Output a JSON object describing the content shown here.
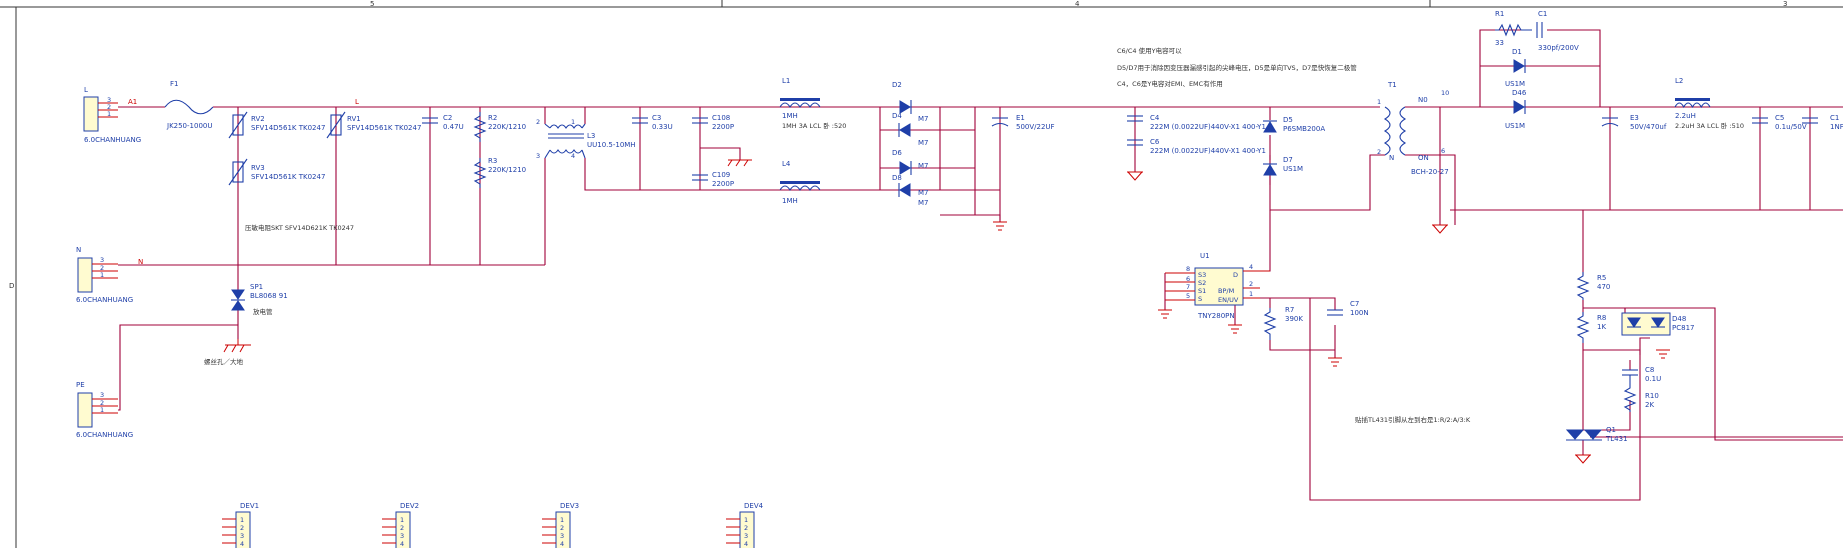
{
  "zones": [
    "5",
    "4",
    "3"
  ],
  "row_marker": "D",
  "notes": {
    "n1": "C6/C4 使用Y电容可以",
    "n2": "D5/D7用于消除因变压器漏感引起的尖峰电压，D5是单向TVS，D7是快恢复二极管",
    "n3": "C4，C6是Y电容对EMI、EMC有作用",
    "n4": "压敏电阻SKT   SFV14D621K   TK0247",
    "n5": "放电管",
    "n6": "螺丝孔／大地",
    "n7": "贴插TL431引脚从左到右是1:R/2:A/3:K"
  },
  "net_labels": {
    "l": "L",
    "a1": "A1",
    "l2": "L",
    "n": "N"
  },
  "conn_l": {
    "ref": "L",
    "value": "6.0CHANHUANG",
    "pins": [
      "3",
      "2",
      "1"
    ]
  },
  "conn_n": {
    "ref": "N",
    "value": "6.0CHANHUANG",
    "pins": [
      "3",
      "2",
      "1"
    ]
  },
  "conn_pe": {
    "ref": "PE",
    "value": "6.0CHANHUANG",
    "pins": [
      "3",
      "2",
      "1"
    ]
  },
  "f1": {
    "ref": "F1",
    "value": "JK250-1000U"
  },
  "rv2": {
    "ref": "RV2",
    "value": "SFV14D561K   TK0247"
  },
  "rv1": {
    "ref": "RV1",
    "value": "SFV14D561K   TK0247"
  },
  "rv3": {
    "ref": "RV3",
    "value": "SFV14D561K   TK0247"
  },
  "c2": {
    "ref": "C2",
    "value": "0.47U"
  },
  "r2": {
    "ref": "R2",
    "value": "220K/1210"
  },
  "r3": {
    "ref": "R3",
    "value": "220K/1210"
  },
  "l3": {
    "ref": "L3",
    "value": "UU10.5-10MH",
    "pins": [
      "2",
      "1",
      "3",
      "4"
    ]
  },
  "c3": {
    "ref": "C3",
    "value": "0.33U"
  },
  "c108": {
    "ref": "C108",
    "value": "2200P"
  },
  "c109": {
    "ref": "C109",
    "value": "2200P"
  },
  "l1": {
    "ref": "L1",
    "value": "1MH",
    "extra": "1MH  3A  LCL 卧 :520"
  },
  "l4": {
    "ref": "L4",
    "value": "1MH"
  },
  "d2": {
    "ref": "D2",
    "value": "M7"
  },
  "d4": {
    "ref": "D4",
    "value": "M7"
  },
  "d6": {
    "ref": "D6",
    "value": "M7"
  },
  "d8": {
    "ref": "D8",
    "value": "M7"
  },
  "e1": {
    "ref": "E1",
    "value": "500V/22UF"
  },
  "sp1": {
    "ref": "SP1",
    "value": "BL8068 91"
  },
  "c4": {
    "ref": "C4",
    "value": "222M (0.0022UF)440V-X1 400-Y1"
  },
  "c6": {
    "ref": "C6",
    "value": "222M (0.0022UF)440V-X1 400-Y1"
  },
  "d5": {
    "ref": "D5",
    "value": "P6SMB200A"
  },
  "d7": {
    "ref": "D7",
    "value": "US1M"
  },
  "t1": {
    "ref": "T1",
    "value": "BCH-20-27",
    "pins": [
      "1",
      "2",
      "10",
      "6"
    ],
    "np": "N0",
    "ns": "ON",
    "n1": "N"
  },
  "u1": {
    "ref": "U1",
    "value": "TNY280PN",
    "pins_left": [
      "S3",
      "S2",
      "S1",
      "S"
    ],
    "pins_left_num": [
      "8",
      "6",
      "7",
      "5"
    ],
    "pins_right": [
      "D",
      "BP/M",
      "EN/UV"
    ],
    "pins_right_num": [
      "4",
      "2",
      "1"
    ]
  },
  "r7": {
    "ref": "R7",
    "value": "390K"
  },
  "c7": {
    "ref": "C7",
    "value": "100N"
  },
  "r1": {
    "ref": "R1",
    "value": "33"
  },
  "c1": {
    "ref": "C1",
    "value": "330pf/200V"
  },
  "d1": {
    "ref": "D1",
    "value": "US1M"
  },
  "d46": {
    "ref": "D46",
    "value": "US1M"
  },
  "l2": {
    "ref": "L2",
    "value": "2.2uH",
    "extra": "2.2uH  3A  LCL 卧 :510"
  },
  "e3": {
    "ref": "E3",
    "value": "50V/470uf"
  },
  "c5": {
    "ref": "C5",
    "value": "0.1u/50V"
  },
  "c11": {
    "ref": "C1",
    "value": "1NF"
  },
  "r5": {
    "ref": "R5",
    "value": "470"
  },
  "r8": {
    "ref": "R8",
    "value": "1K"
  },
  "d48": {
    "ref": "D48",
    "value": "PC817"
  },
  "c8": {
    "ref": "C8",
    "value": "0.1U"
  },
  "r10": {
    "ref": "R10",
    "value": "2K"
  },
  "q1": {
    "ref": "Q1",
    "value": "TL431"
  },
  "dev": [
    {
      "ref": "DEV1",
      "pins": [
        "1",
        "2",
        "3",
        "4"
      ]
    },
    {
      "ref": "DEV2",
      "pins": [
        "1",
        "2",
        "3",
        "4"
      ]
    },
    {
      "ref": "DEV3",
      "pins": [
        "1",
        "2",
        "3",
        "4"
      ]
    },
    {
      "ref": "DEV4",
      "pins": [
        "1",
        "2",
        "3",
        "4"
      ]
    }
  ]
}
